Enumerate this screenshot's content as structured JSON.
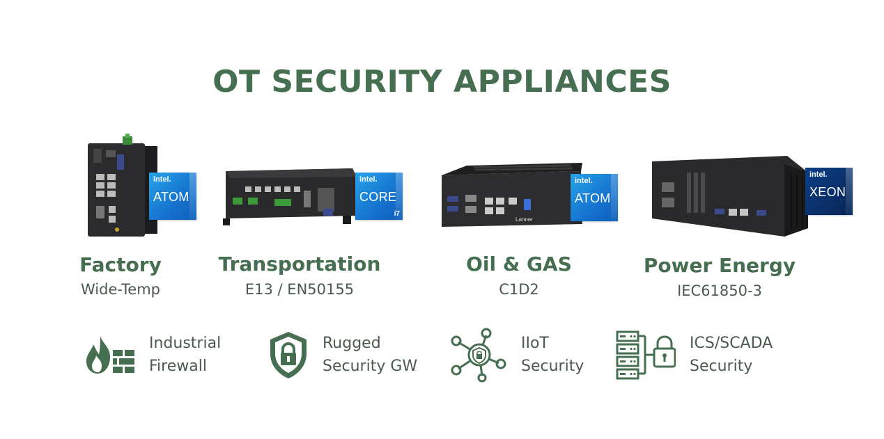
{
  "title": "OT SECURITY APPLIANCES",
  "products": [
    {
      "name": "Factory",
      "subtitle": "Wide-Temp",
      "badge": {
        "brand": "intel.",
        "model": "ATOM",
        "gen": ""
      }
    },
    {
      "name": "Transportation",
      "subtitle": "E13 / EN50155",
      "badge": {
        "brand": "intel.",
        "model": "CORE",
        "gen": "i7"
      }
    },
    {
      "name": "Oil & GAS",
      "subtitle": "C1D2",
      "badge": {
        "brand": "intel.",
        "model": "ATOM",
        "gen": ""
      }
    },
    {
      "name": "Power Energy",
      "subtitle": "IEC61850-3",
      "badge": {
        "brand": "intel.",
        "model": "XEON",
        "gen": ""
      }
    }
  ],
  "device_text": {
    "lanner": "Lanner"
  },
  "features": [
    {
      "line1": "Industrial",
      "line2": "Firewall",
      "icon": "firewall-icon"
    },
    {
      "line1": "Rugged",
      "line2": "Security GW",
      "icon": "shield-lock-icon"
    },
    {
      "line1": "IIoT",
      "line2": "Security",
      "icon": "iiot-network-icon"
    },
    {
      "line1": "ICS/SCADA",
      "line2": "Security",
      "icon": "server-lock-icon"
    }
  ],
  "colors": {
    "accent": "#466e50",
    "text": "#4a5a4f",
    "intel_blue": "#1673cf",
    "xeon_blue": "#0a2f68"
  }
}
